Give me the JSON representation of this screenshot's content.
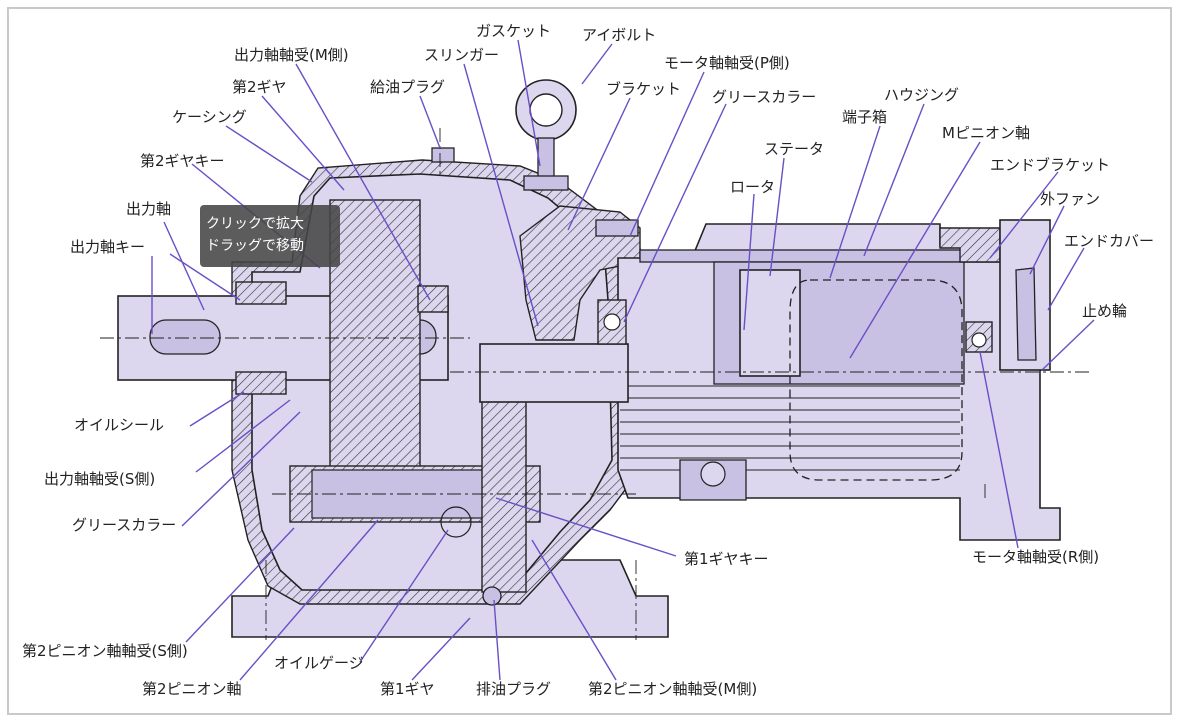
{
  "tooltip": {
    "line1": "クリックで拡大",
    "line2": "ドラッグで移動"
  },
  "labels": {
    "output_bearing_m": "出力軸軸受(M側)",
    "slinger": "スリンガー",
    "gasket": "ガスケット",
    "eyebolt": "アイボルト",
    "motor_bearing_p": "モータ軸軸受(P側)",
    "second_gear_top": "第2ギヤ",
    "oil_plug": "給油プラグ",
    "bracket": "ブラケット",
    "grease_collar_top": "グリースカラー",
    "casing": "ケーシング",
    "housing": "ハウジング",
    "terminal_box": "端子箱",
    "m_pinion_shaft": "Mピニオン軸",
    "stator": "ステータ",
    "second_gear_key": "第2ギヤキー",
    "end_bracket": "エンドブラケット",
    "rotor": "ロータ",
    "outer_fan": "外ファン",
    "output_shaft": "出力軸",
    "end_cover": "エンドカバー",
    "output_shaft_key": "出力軸キー",
    "retaining_ring": "止め輪",
    "oil_seal": "オイルシール",
    "output_bearing_s": "出力軸軸受(S側)",
    "grease_collar_bottom": "グリースカラー",
    "first_gear_key": "第1ギヤキー",
    "motor_bearing_r": "モータ軸軸受(R側)",
    "second_pinion_bearing_s": "第2ピニオン軸軸受(S側)",
    "oil_gauge": "オイルゲージ",
    "second_pinion_shaft": "第2ピニオン軸",
    "first_gear": "第1ギヤ",
    "drain_plug": "排油プラグ",
    "second_pinion_bearing_m": "第2ピニオン軸軸受(M側)"
  },
  "colors": {
    "body": "#dcd7ee",
    "leader": "#6a4fc7",
    "text": "#222222"
  }
}
